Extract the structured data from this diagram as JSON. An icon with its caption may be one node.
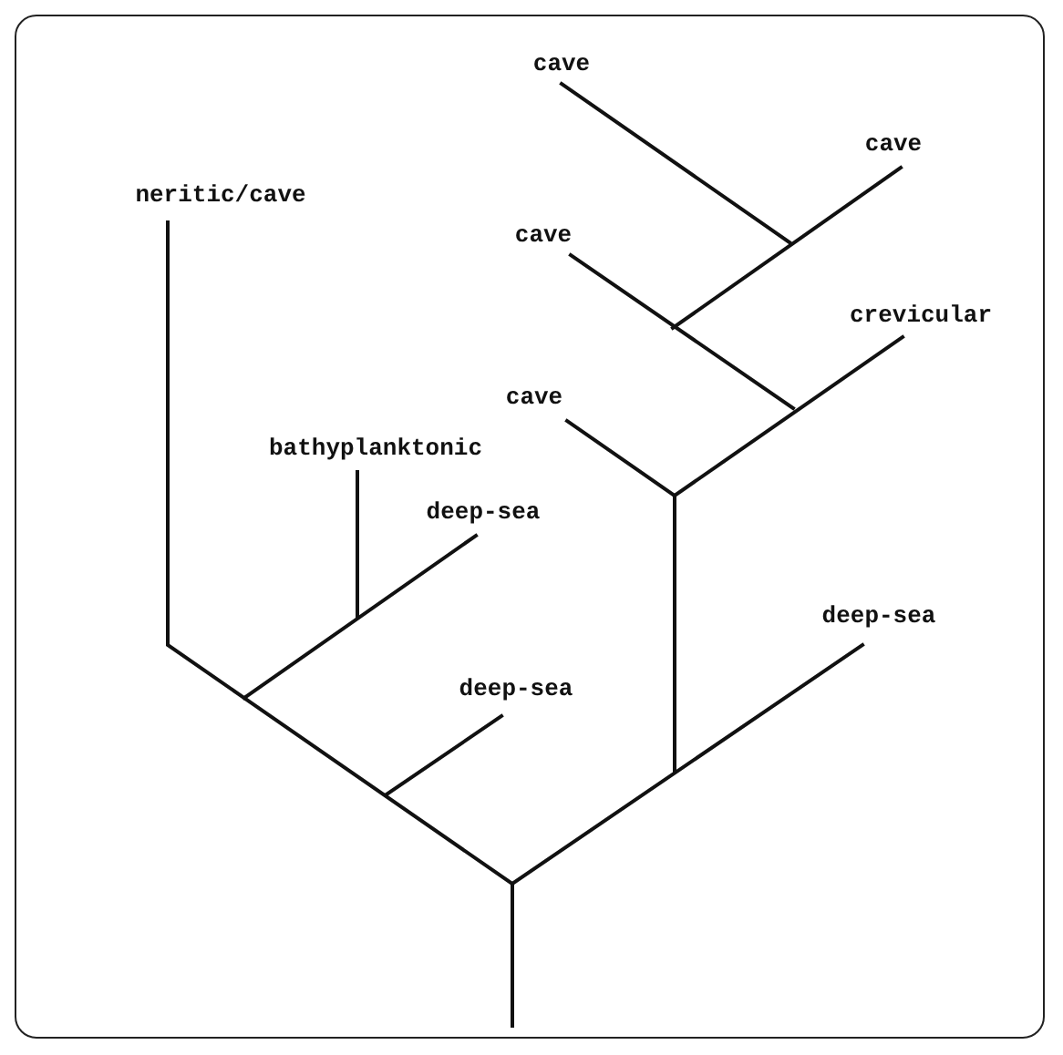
{
  "diagram": {
    "labels": [
      "cave",
      "cave",
      "neritic/cave",
      "cave",
      "crevicular",
      "cave",
      "bathyplanktonic",
      "deep-sea",
      "deep-sea",
      "deep-sea"
    ]
  }
}
